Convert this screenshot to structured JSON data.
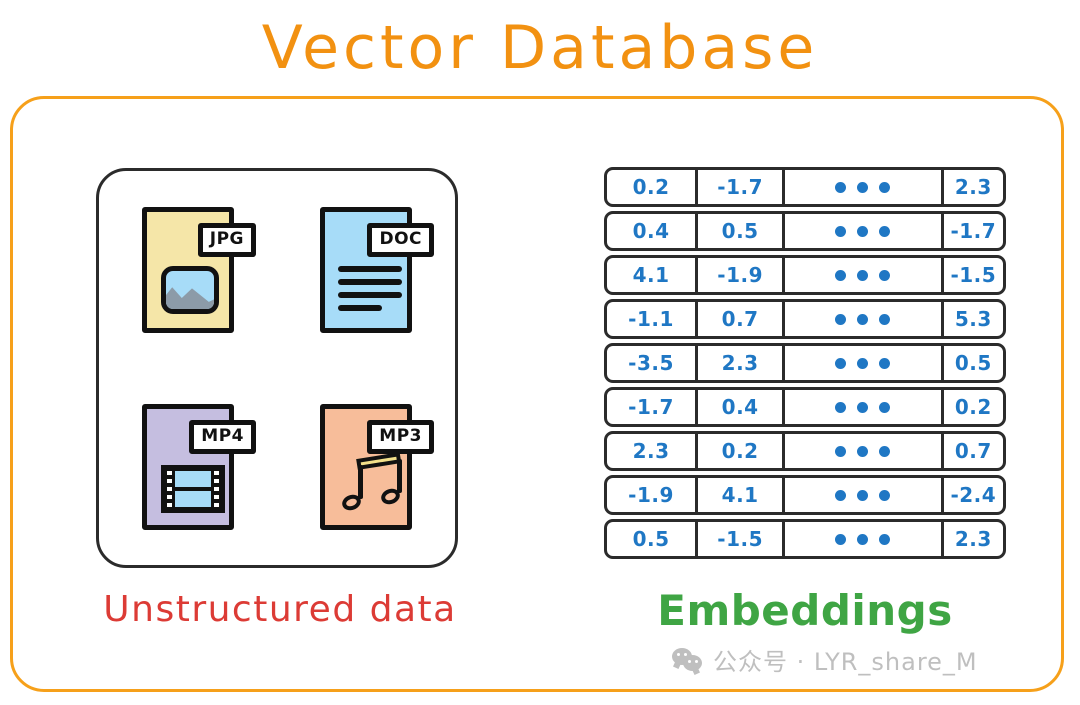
{
  "title": "Vector Database",
  "colors": {
    "title_orange": "#F29111",
    "frame_orange": "#F6A01A",
    "ink": "#2b2b2b",
    "value_blue": "#1F77C4",
    "label_red": "#DC3B35",
    "label_green": "#3FA544",
    "watermark_gray": "#BFBFBF",
    "jpg_yellow": "#F5E6A8",
    "doc_blue": "#A7DCF8",
    "mp4_purple": "#C5BEE0",
    "mp3_peach": "#F7BD9A",
    "image_gray": "#8C9BA8",
    "note_beam_yellow": "#F3E08A"
  },
  "left_panel": {
    "label": "Unstructured data",
    "files": [
      {
        "tag": "JPG",
        "icon": "image-file-icon",
        "fill": "#F5E6A8"
      },
      {
        "tag": "DOC",
        "icon": "document-file-icon",
        "fill": "#A7DCF8"
      },
      {
        "tag": "MP4",
        "icon": "video-file-icon",
        "fill": "#C5BEE0"
      },
      {
        "tag": "MP3",
        "icon": "audio-file-icon",
        "fill": "#F7BD9A"
      }
    ]
  },
  "right_panel": {
    "label": "Embeddings",
    "ellipsis": "•••",
    "table": {
      "rows": [
        [
          "0.2",
          "-1.7",
          "•••",
          "2.3"
        ],
        [
          "0.4",
          "0.5",
          "•••",
          "-1.7"
        ],
        [
          "4.1",
          "-1.9",
          "•••",
          "-1.5"
        ],
        [
          "-1.1",
          "0.7",
          "•••",
          "5.3"
        ],
        [
          "-3.5",
          "2.3",
          "•••",
          "0.5"
        ],
        [
          "-1.7",
          "0.4",
          "•••",
          "0.2"
        ],
        [
          "2.3",
          "0.2",
          "•••",
          "0.7"
        ],
        [
          "-1.9",
          "4.1",
          "•••",
          "-2.4"
        ],
        [
          "0.5",
          "-1.5",
          "•••",
          "2.3"
        ]
      ]
    }
  },
  "watermark": {
    "icon": "wechat-icon",
    "text": "公众号 · LYR_share_M"
  }
}
